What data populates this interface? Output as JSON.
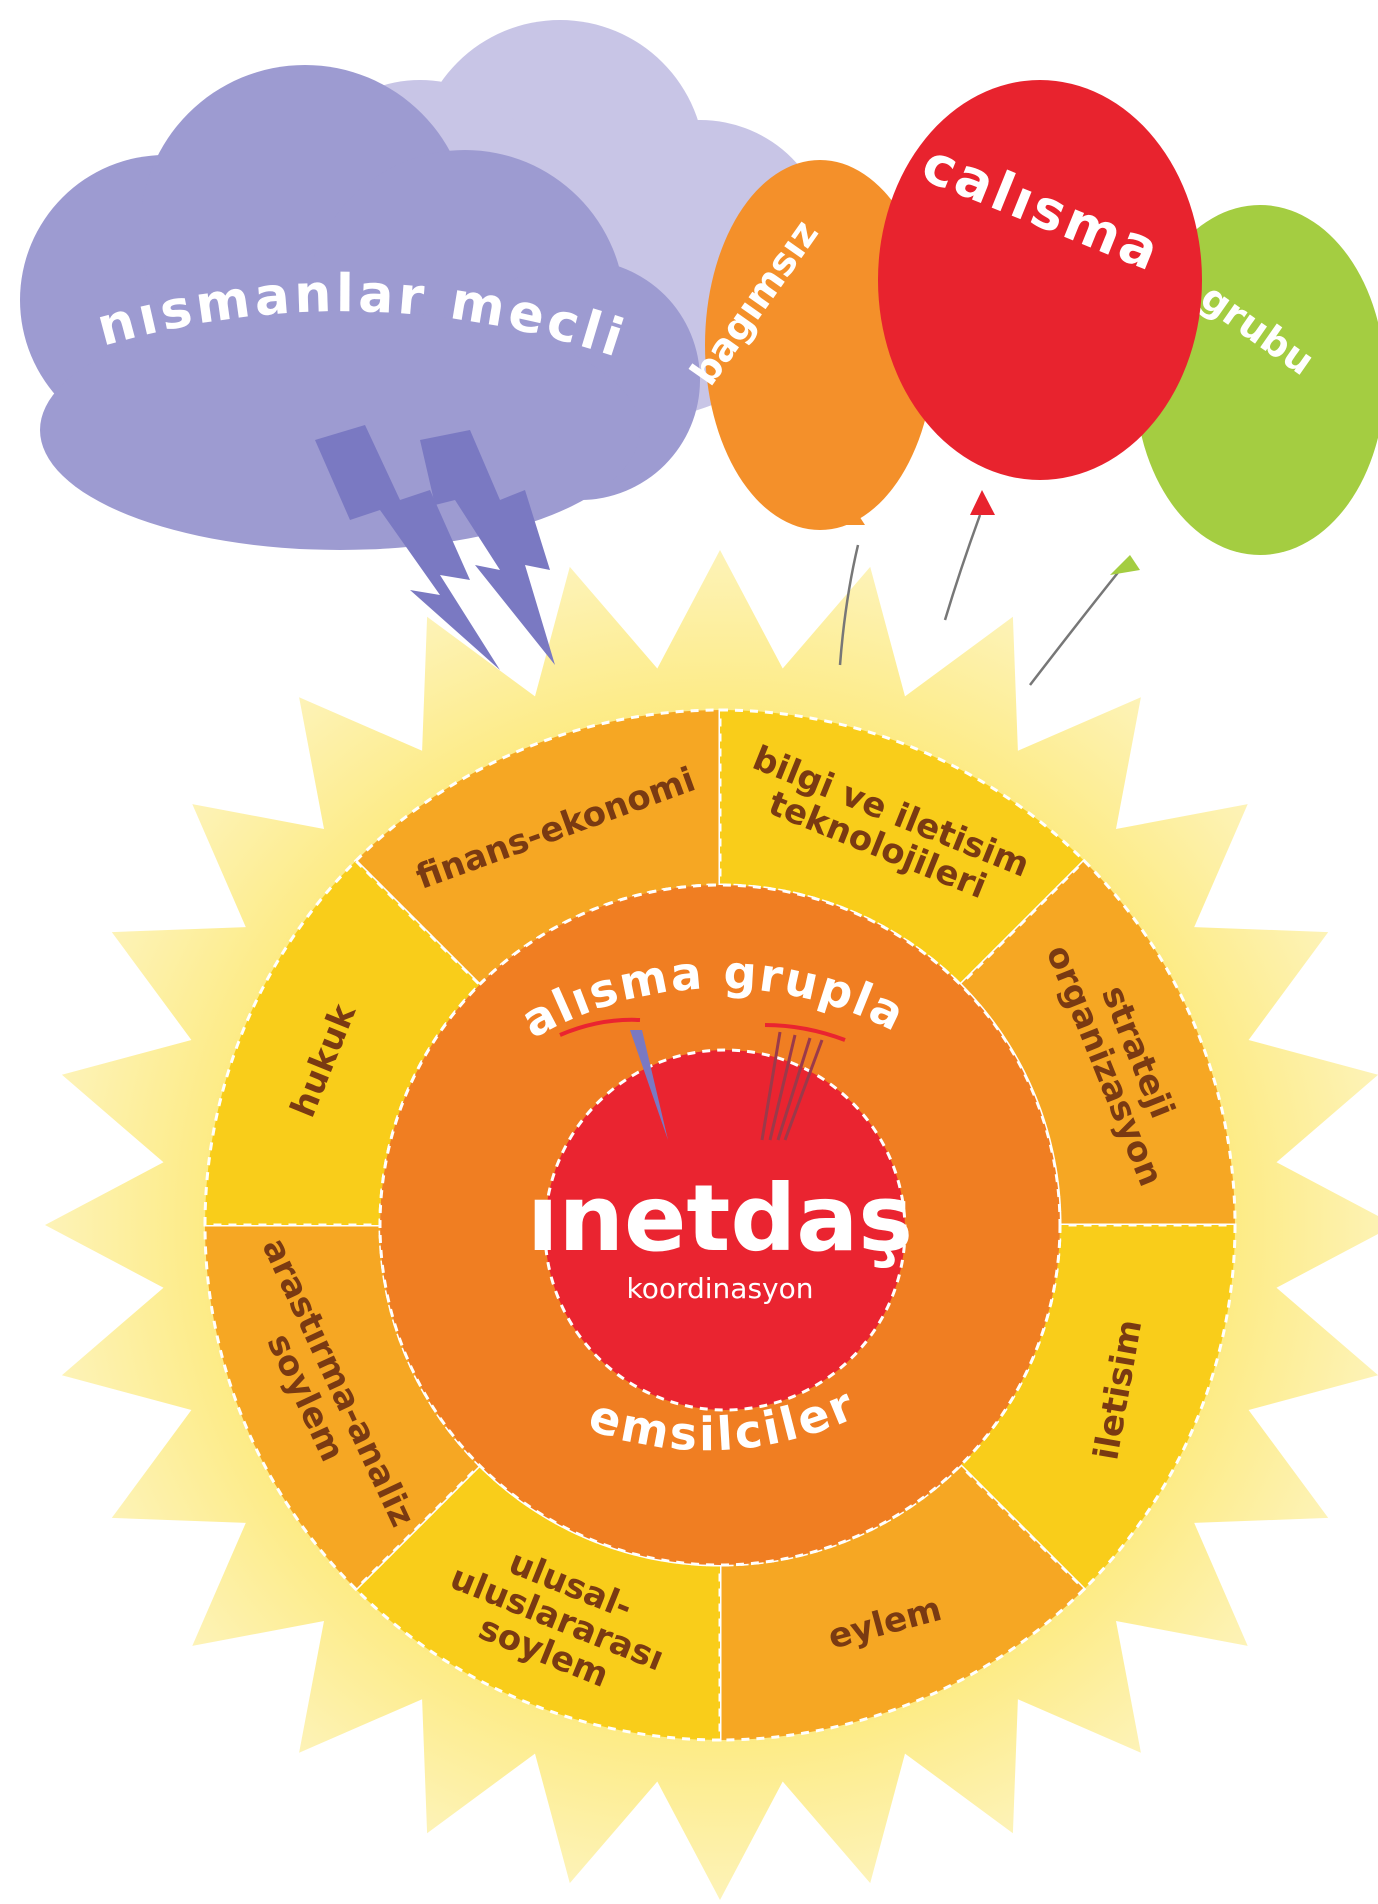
{
  "cloud": {
    "label": "danısmanlar meclisi"
  },
  "balloons": {
    "left": "bagımsız",
    "middle": "calısma",
    "right": "grubu"
  },
  "center": {
    "logo": "ınetdaş",
    "subtitle": "koordinasyon"
  },
  "middle_ring": {
    "top_label": "calısma grupları",
    "bottom_label": "temsilcileri"
  },
  "segments": [
    {
      "id": "finans-ekonomi",
      "lines": [
        "finans-ekonomi"
      ]
    },
    {
      "id": "bilgi",
      "lines": [
        "bilgi ve iletisim",
        "teknolojileri"
      ]
    },
    {
      "id": "strateji",
      "lines": [
        "strateji",
        "organizasyon"
      ]
    },
    {
      "id": "iletisim",
      "lines": [
        "iletisim"
      ]
    },
    {
      "id": "eylem",
      "lines": [
        "eylem"
      ]
    },
    {
      "id": "ulusal",
      "lines": [
        "ulusal-",
        "uluslararası",
        "soylem"
      ]
    },
    {
      "id": "arastirma",
      "lines": [
        "arastırma-analiz",
        "soylem"
      ]
    },
    {
      "id": "hukuk",
      "lines": [
        "hukuk"
      ]
    }
  ],
  "colors": {
    "cloud_dark": "#9d9bd1",
    "cloud_light": "#c8c5e6",
    "lightning": "#7a79c2",
    "sun_rays": "#fce866",
    "segment_orange": "#f6a723",
    "segment_yellow": "#f9cd1a",
    "middle_ring": "#f07e22",
    "center": "#ea2430",
    "balloon_orange": "#f4902a",
    "balloon_red": "#e8232e",
    "balloon_green": "#a4cd41"
  }
}
